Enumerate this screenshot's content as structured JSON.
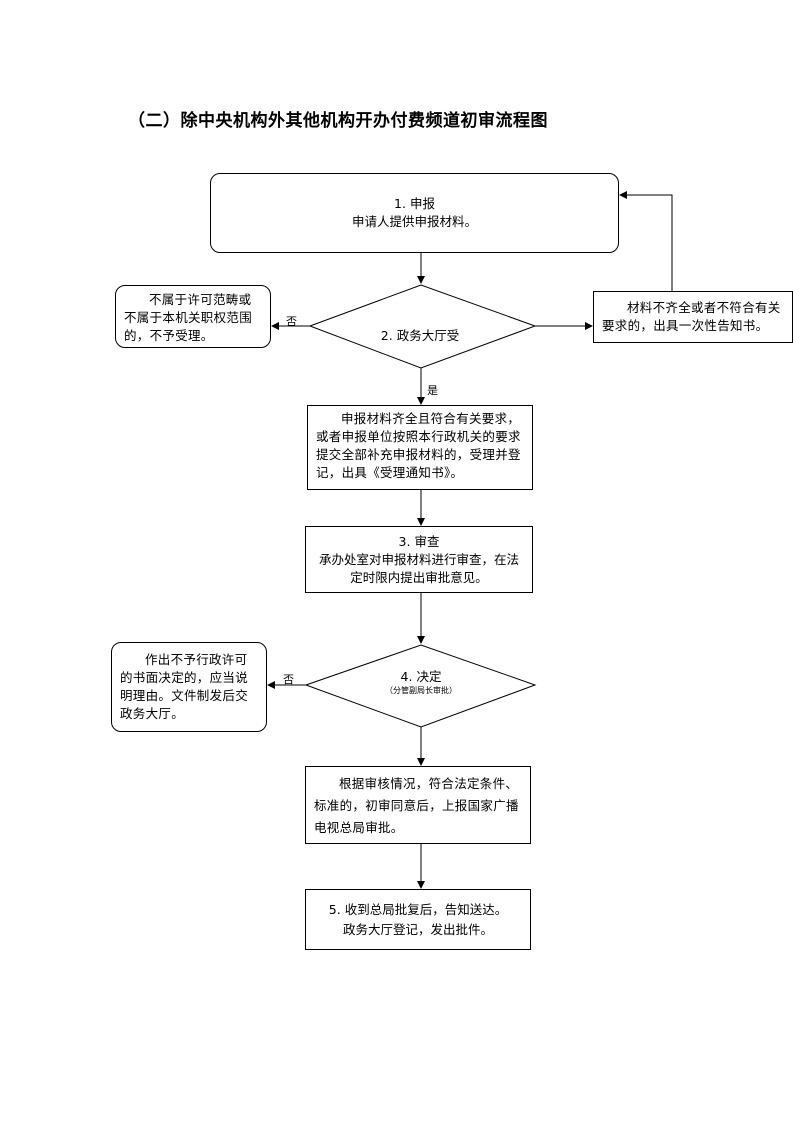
{
  "title": "（二）除中央机构外其他机构开办付费频道初审流程图",
  "steps": {
    "apply": {
      "heading": "1. 申报",
      "text": "申请人提供申报材料。"
    },
    "hall": {
      "heading": "2. 政务大厅受"
    },
    "accept": {
      "text": "申报材料齐全且符合有关要求，或者申报单位按照本行政机关的要求提交全部补充申报材料的，受理并登记，出具《受理通知书》。"
    },
    "review": {
      "heading": "3. 审查",
      "text": "承办处室对申报材料进行审查，在法定时限内提出审批意见。"
    },
    "decide": {
      "heading": "4. 决定",
      "note": "（分管副局长审批）"
    },
    "report": {
      "text": "根据审核情况，符合法定条件、标准的，初审同意后，上报国家广播电视总局审批。"
    },
    "notify": {
      "line1": "5. 收到总局批复后，告知送达。",
      "line2": "政务大厅登记，发出批件。"
    }
  },
  "side": {
    "reject_scope": "不属于许可范畴或不属于本机关职权范围的，不予受理。",
    "incomplete": "材料不齐全或者不符合有关要求的，出具一次性告知书。",
    "reject_decision": "作出不予行政许可的书面决定的，应当说明理由。文件制发后交政务大厅。"
  },
  "labels": {
    "no1": "否",
    "yes1": "是",
    "no2": "否"
  }
}
